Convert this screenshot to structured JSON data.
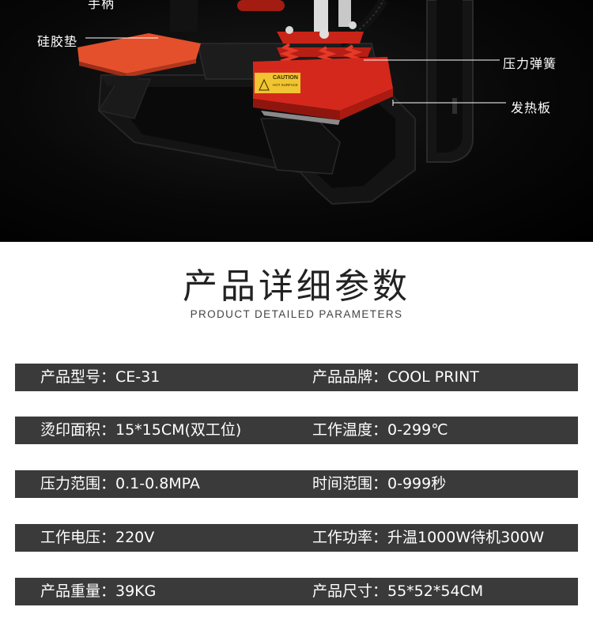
{
  "photo": {
    "callouts": {
      "top_partial": "手柄",
      "silicone_pad": "硅胶垫",
      "pressure_spring": "压力弹簧",
      "heating_plate": "发热板"
    },
    "caution_label": "CAUTION",
    "caution_sub": "HOT SURFACE"
  },
  "section": {
    "title": "产品详细参数",
    "subtitle": "PRODUCT DETAILED PARAMETERS"
  },
  "params": [
    {
      "left": "产品型号：CE-31",
      "right": "产品品牌：COOL PRINT"
    },
    {
      "left": "烫印面积：15*15CM(双工位)",
      "right": "工作温度：0-299℃"
    },
    {
      "left": "压力范围：0.1-0.8MPA",
      "right": "时间范围：0-999秒"
    },
    {
      "left": "工作电压：220V",
      "right": "工作功率：升温1000W待机300W"
    },
    {
      "left": "产品重量：39KG",
      "right": "产品尺寸：55*52*54CM"
    }
  ],
  "colors": {
    "bar": "#3a3a3a",
    "heading": "#222222",
    "press_red": "#d4281c",
    "pad_orange": "#e4502c"
  }
}
